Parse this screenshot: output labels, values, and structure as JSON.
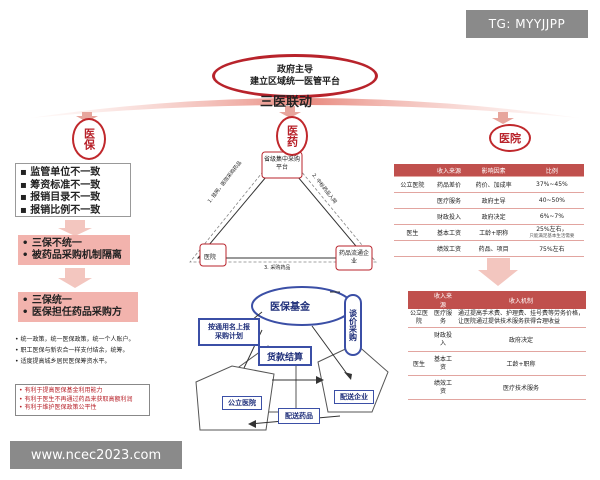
{
  "watermark": {
    "top": "TG: MYYJJPP",
    "bottom": "www.ncec2023.com"
  },
  "title": {
    "line1": "政府主导",
    "line2": "建立区域统一医管平台"
  },
  "subtitle": "三医联动",
  "circles": {
    "yibao": "医保",
    "yiyao": "医药",
    "yiyuan": "医院"
  },
  "left": {
    "problems": [
      "监管单位不一致",
      "筹资标准不一致",
      "报销目录不一致",
      "报销比例不一致"
    ],
    "box1": [
      "三保不统一",
      "被药品采购机制隔离"
    ],
    "box2": [
      "三保统一",
      "医保担任药品采购方"
    ],
    "notes": [
      "统一政策，统一医保政策，统一个人账户。",
      "职工医保与新农合一样支付结余，统筹。",
      "适度提高城乡居民医保筹资水平。"
    ],
    "boxed": [
      "有利于提高医保基金利用能力",
      "有利于医生不再通过药品来获取高额利润",
      "有利于维护医保政策公平性"
    ]
  },
  "triangle": {
    "top": "省级集中采购平台",
    "left": "医院",
    "right": "药品流通企业",
    "left_edge": "1. 挂网，医院采购药品",
    "right_edge": "2. 中标药品入网",
    "bottom_edge": "3. 采购药品"
  },
  "flow": {
    "fund": "医保基金",
    "plan": [
      "按通用名上报",
      "采购计划"
    ],
    "payment": "货款结算",
    "procure": "谈价采购",
    "hospital": "公立医院",
    "enterprise": "配送企业",
    "delivery": "配送药品"
  },
  "table1": {
    "headers": [
      "",
      "收入来源",
      "影响因素",
      "比例"
    ],
    "rows": [
      [
        "公立医院",
        "药品差价",
        "药价、加成率",
        "37%~45%"
      ],
      [
        "",
        "医疗服务",
        "政府主导",
        "40~50%"
      ],
      [
        "",
        "财政投入",
        "政府决定",
        "6%~7%"
      ],
      [
        "医生",
        "基本工资",
        "工龄+职称",
        "25%左右，"
      ],
      [
        "",
        "",
        "",
        "只能满足基本生活需要"
      ],
      [
        "",
        "绩效工资",
        "药品、项目",
        "75%左右"
      ]
    ]
  },
  "table2": {
    "headers": [
      "",
      "收入来源",
      "收入机制"
    ],
    "rows": [
      [
        "公立医院",
        "医疗服务",
        "通过提高手术费、护理费、挂号费等劳务价格，让医院通过提供技术服务获得合理收益"
      ],
      [
        "",
        "财政投入",
        "政府决定"
      ],
      [
        "医生",
        "基本工资",
        "工龄+职称"
      ],
      [
        "",
        "绩效工资",
        "医疗技术服务"
      ]
    ]
  }
}
